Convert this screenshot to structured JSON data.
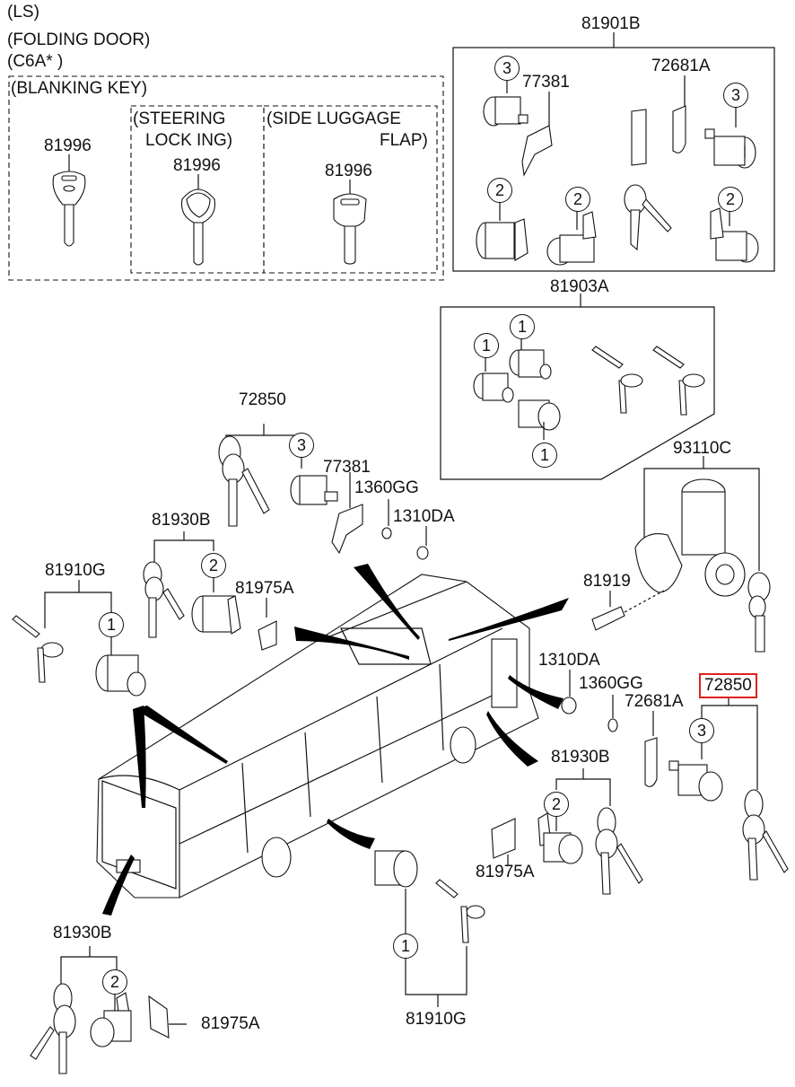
{
  "header": {
    "lines": [
      "(LS)",
      "(FOLDING DOOR)",
      "(C6A* )"
    ]
  },
  "blanking_key_box": {
    "title": "(BLANKING KEY)",
    "keys": [
      {
        "part_no": "81996",
        "caption": ""
      },
      {
        "part_no": "81996",
        "caption_line1": "(STEERING",
        "caption_line2": "LOCK  ING)"
      },
      {
        "part_no": "81996",
        "caption_line1": "(SIDE LUGGAGE",
        "caption_line2": "FLAP)"
      }
    ]
  },
  "kit_81901B": {
    "part_no": "81901B",
    "sub_parts": [
      "77381",
      "72681A"
    ],
    "callouts": [
      "3",
      "3",
      "2",
      "2",
      "2"
    ]
  },
  "kit_81903A": {
    "part_no": "81903A",
    "callouts": [
      "1",
      "1",
      "1"
    ]
  },
  "ignition": {
    "part_no": "93110C",
    "screw_part_no": "81919"
  },
  "upper_left": {
    "assy_72850": "72850",
    "callout_72850": "3",
    "bracket": "77381",
    "washer": "1360GG",
    "nut": "1310DA",
    "assy_81930B": "81930B",
    "callout_81930B": "2",
    "clip_81975A": "81975A",
    "assy_81910G": "81910G",
    "callout_81910G": "1"
  },
  "right_side": {
    "nut": "1310DA",
    "washer": "1360GG",
    "plate": "72681A",
    "assy_72850": "72850",
    "assy_72850_highlighted": true,
    "highlight_color": "#e02020",
    "callout_72850": "3",
    "assy_81930B": "81930B",
    "callout_81930B": "2",
    "clip_81975A": "81975A"
  },
  "bottom": {
    "assy_81930B": "81930B",
    "callout_81930B": "2",
    "clip_81975A": "81975A",
    "assy_81910G": "81910G",
    "callout_81910G": "1"
  }
}
